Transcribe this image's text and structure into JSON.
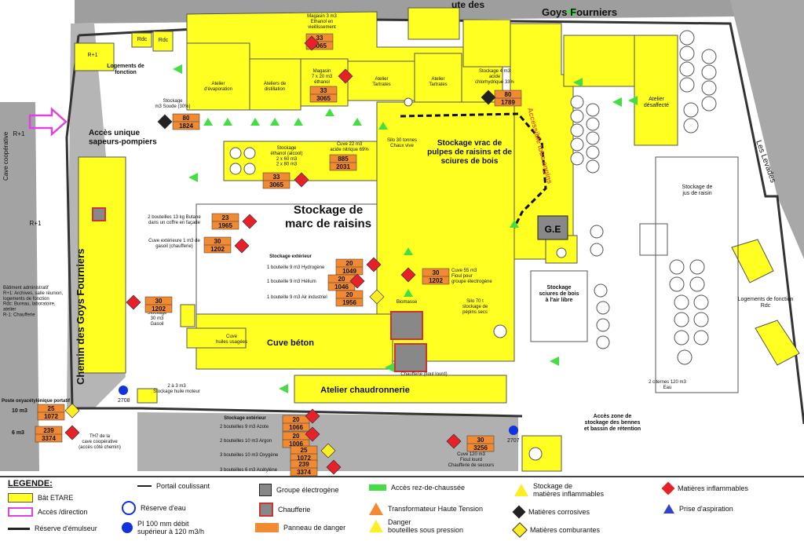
{
  "street_top": "Goys Fourniers",
  "street_top_partial": "ute des",
  "street_left": "Chemin des Goys Fourniers",
  "street_right": "Les Levades",
  "cave_label": "Cave coopérative",
  "access_unique": "Accès unique\nsapeurs-pompiers",
  "access_engines": "Accessible tous engins",
  "main_storage": "Stockage de\nmarc de raisins",
  "bulk_storage": "Stockage vrac de\npulpes de raisins et de\nsciures de bois",
  "cuve_beton": "Cuve béton",
  "atelier_chaud": "Atelier chaudronnerie",
  "ge_label": "G.E",
  "buildings": {
    "rc1": "Rdc",
    "rc2": "Rdc",
    "r1a": "R+1",
    "logements_fn": "Logements de\nfonction",
    "atelier_evap": "Atelier\nd'évaporation",
    "atelier_dist": "Ateliers de\ndistillation",
    "atelier_tart1": "Atelier\nTartrates",
    "atelier_tart2": "Atelier\nTartrates",
    "atelier_desaff": "Atelier\ndésaffecté",
    "stock_jus": "Stockage de\njus de raisin",
    "log_rdc": "Logements de fonction\nRdc",
    "r1_left": "R+1",
    "r1_cave": "R+1",
    "admin": "Bâtiment administratif\nR+1: Archives, salle réunion,\nlogements de fonction\nRdc: Bureau, laboratoire,\natelier\nR-1: Chaufferie",
    "stock_sciures": "Stockage\nsciures de bois\nà l'air libre",
    "silo30": "Silo 30 tonnes\nChaux vive",
    "silo70": "Silo 70 t\nstockage de\npépins secs",
    "biomasse": "Biomasse",
    "cuve_huiles": "Cuve\nhuiles usagées",
    "stock_gasoil": "Stockage\n30 m3\nGasoil",
    "fioul_lourd": "Chaufferie (fioul lourd)",
    "cuve_120": "Cuve 120 m3\nFioul lourd\nChaufferie de secours",
    "acces_bennes": "Accès zone de\nstockage des bennes\net bassin de rétention",
    "citernes": "2 citernes 120 m3\nEau",
    "th": "TH7 de la\ncave coopérative\n(accès côté chemin)",
    "poste_oxy": "Poste oxyacétylénique portatif",
    "m10": "10 m3",
    "m6": "6 m3"
  },
  "annotations": {
    "magasin3": "Magasin 3 m3\nEthanol en\nvieillissement",
    "magasin7": "Magasin\n7 x 20 m3\néthanol",
    "stock_soude": "Stockage\nm3 Soude (30%)",
    "stock_acide_chl": "Stockage 4 m3\nacide\nchlorhydrique 33%",
    "stock_ethanol": "Stockage\néthanol (alcool)\n2 x 60 m3\n2 x 80 m3",
    "cuve_acide": "Cuve 22 m3\nacide nitrique 69%",
    "bouteilles_butane": "2 bouteilles 13 kg Butane\ndans un coffre en façade",
    "cuve_gasoil": "Cuve extérieure 1 m3 de\ngasoil (chaufferie)",
    "stock_ext1": "Stockage extérieur",
    "b_h2": "1 bouteille 9 m3 Hydrogène",
    "b_he": "1 bouteille 9 m3 Hélium",
    "b_air": "1 bouteille 9 m3 Air industriel",
    "cuve55": "Cuve 55 m3\nFioul pour\ngroupe électrogène",
    "stock_huile": "2 à 3 m3\nStockage huile moteur",
    "stock_ext2": "Stockage extérieur",
    "b_azote": "2 bouteilles 9 m3 Azote",
    "b_argon": "2 bouteilles 10 m3 Argon",
    "b_oxy": "3 bouteilles 10 m3 Oxygène",
    "b_acet": "3 bouteilles 6 m3 Acétylène"
  },
  "danger_codes": {
    "d1": [
      "33",
      "3065"
    ],
    "d2": [
      "33",
      "3065"
    ],
    "d3": [
      "80",
      "1824"
    ],
    "d4": [
      "80",
      "1789"
    ],
    "d5": [
      "885",
      "2031"
    ],
    "d6": [
      "33",
      "3065"
    ],
    "d7": [
      "23",
      "1965"
    ],
    "d8": [
      "30",
      "1202"
    ],
    "d9": [
      "20",
      "1049"
    ],
    "d10": [
      "20",
      "1046"
    ],
    "d11": [
      "20",
      "1956"
    ],
    "d12": [
      "30",
      "1202"
    ],
    "d13": [
      "30",
      "1202"
    ],
    "d14": [
      "25",
      "1072"
    ],
    "d15": [
      "239",
      "3374"
    ],
    "d16": [
      "20",
      "1066"
    ],
    "d17": [
      "20",
      "1006"
    ],
    "d18": [
      "25",
      "1072"
    ],
    "d19": [
      "239",
      "3374"
    ],
    "d20": [
      "30",
      "3256"
    ]
  },
  "hydrants": {
    "h1": "2708",
    "h2": "2707"
  },
  "legend": {
    "title": "LEGENDE:",
    "items": {
      "bat": "Bât ETARE",
      "acces": "Accès /direction",
      "emulseur": "Réserve d'émulseur",
      "portail": "Portail coulissant",
      "reserve_eau": "Réserve d'eau",
      "pi": "PI  100 mm débit\nsupérieur à 120 m3/h",
      "groupe": "Groupe électrogène",
      "chaufferie": "Chaufferie",
      "panneau": "Panneau de danger",
      "rdc": "Accès rez-de-chaussée",
      "transfo": "Transformateur Haute Tension",
      "danger_b": "Danger\nbouteilles sous pression",
      "stock_infl": "Stockage de\nmatières inflammables",
      "corrosives": "Matières corrosives",
      "comburantes": "Matières comburantes",
      "inflammables": "Matières inflammables",
      "aspiration": "Prise d'aspiration"
    }
  },
  "colors": {
    "building": "#ffff22",
    "danger": "#f08a33",
    "hazard": "#e8202a",
    "road": "#999999",
    "green": "#44dd44"
  }
}
